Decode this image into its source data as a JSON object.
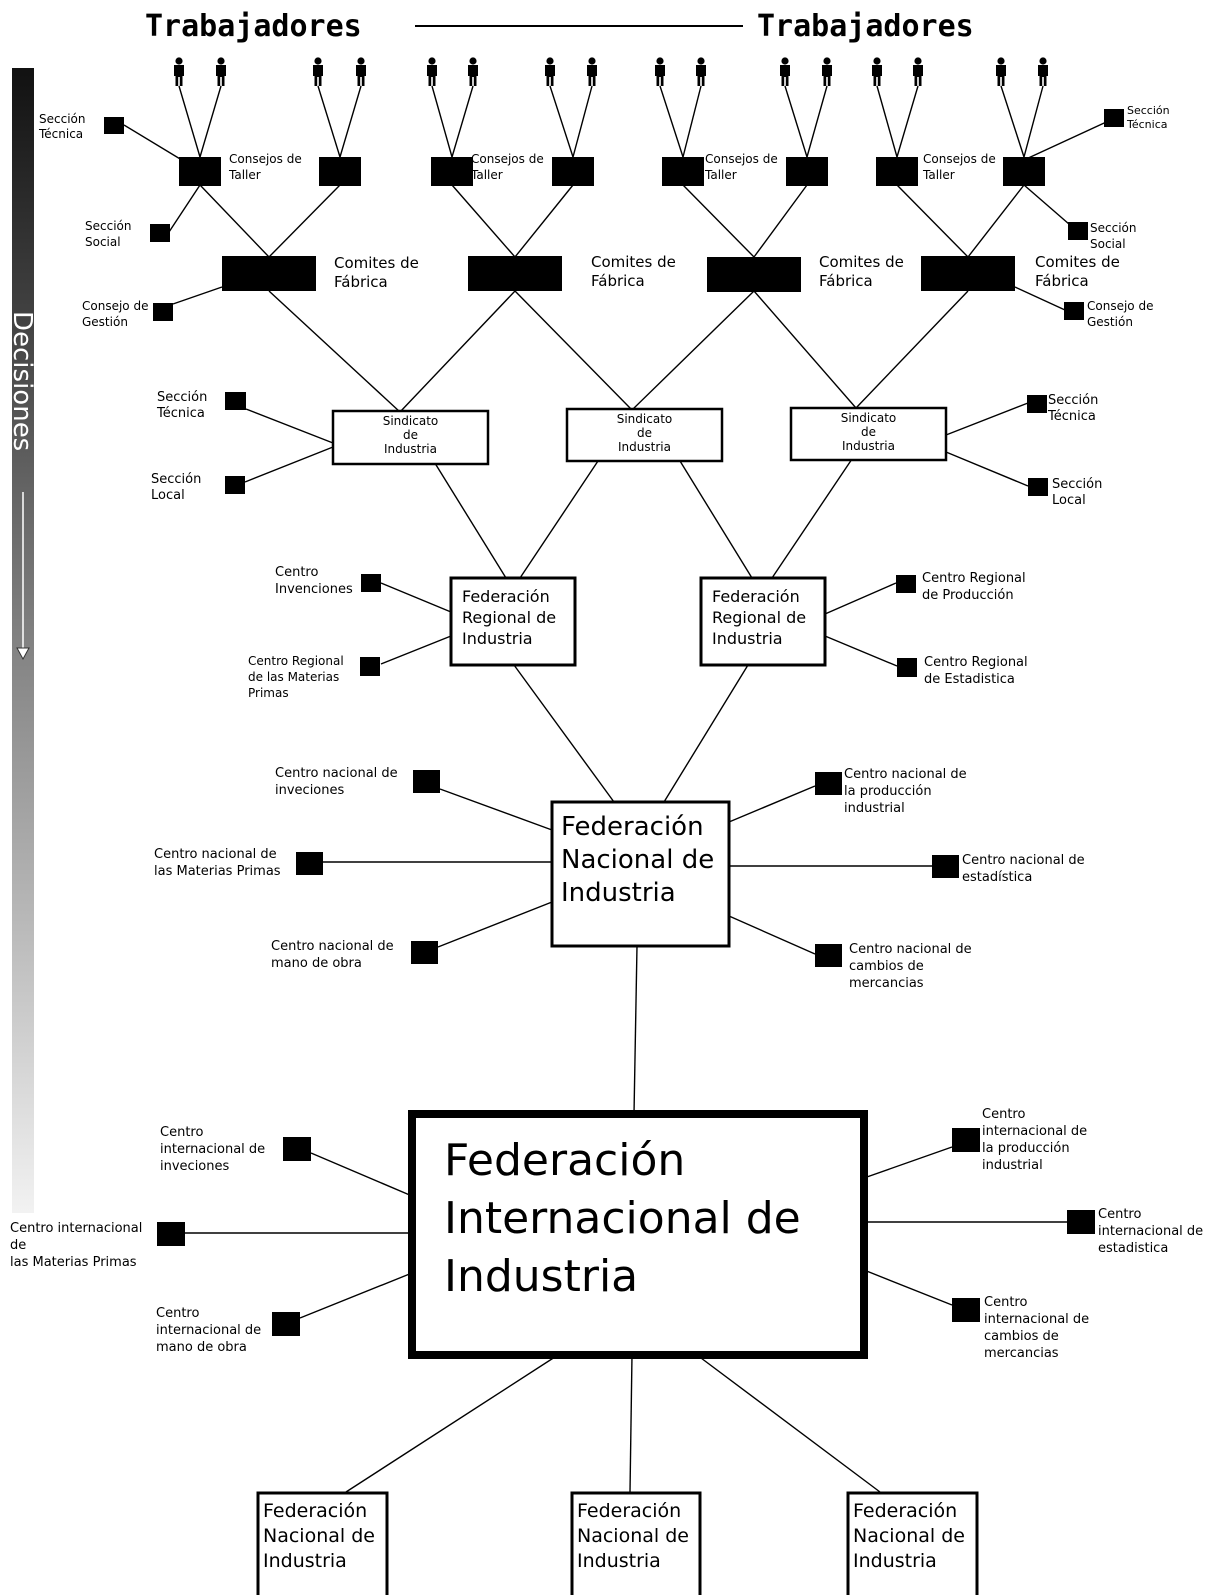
{
  "header": {
    "left": "Trabajadores",
    "right": "Trabajadores"
  },
  "sidebar": {
    "label": "Decisiones"
  },
  "workshop": {
    "consejos_label": [
      "Consejos de",
      "Taller"
    ]
  },
  "factory": {
    "comites_label": [
      "Comites de",
      "Fábrica"
    ]
  },
  "sections": {
    "tecnica": [
      "Sección",
      "Técnica"
    ],
    "social": [
      "Sección",
      "Social"
    ],
    "gestion": [
      "Consejo de",
      "Gestión"
    ],
    "local": [
      "Sección",
      "Local"
    ]
  },
  "sindicato": {
    "label": [
      "Sindicato",
      "de",
      "Industria"
    ]
  },
  "regional": {
    "box_label": [
      "Federación",
      "Regional de",
      "Industria"
    ],
    "invenciones": [
      "Centro",
      "Invenciones"
    ],
    "materias": [
      "Centro Regional",
      "de las Materias",
      "Primas"
    ],
    "produccion": [
      "Centro Regional",
      "de Producción"
    ],
    "estadistica": [
      "Centro Regional",
      "de Estadistica"
    ]
  },
  "national": {
    "box_label": [
      "Federación",
      "Nacional de",
      "Industria"
    ],
    "inveciones": [
      "Centro nacional de",
      "inveciones"
    ],
    "materias": [
      "Centro nacional de",
      "las Materias Primas"
    ],
    "mano_obra": [
      "Centro nacional de",
      "mano de obra"
    ],
    "produccion": [
      "Centro nacional de",
      "la producción",
      "industrial"
    ],
    "estadistica": [
      "Centro nacional de",
      "estadística"
    ],
    "cambios": [
      "Centro nacional de",
      "cambios de",
      "mercancias"
    ]
  },
  "international": {
    "box_label": [
      "Federación",
      "Internacional de",
      "Industria"
    ],
    "inveciones": [
      "Centro",
      "internacional de",
      "inveciones"
    ],
    "materias": [
      "Centro internacional",
      "de",
      "las Materias Primas"
    ],
    "mano_obra": [
      "Centro",
      "internacional de",
      "mano de obra"
    ],
    "produccion": [
      "Centro",
      "internacional de",
      "la producción",
      "industrial"
    ],
    "estadistica": [
      "Centro",
      "internacional de",
      "estadistica"
    ],
    "cambios": [
      "Centro",
      "internacional de",
      "cambios de",
      "mercancias"
    ]
  },
  "bottom_federations": {
    "label": [
      "Federación",
      "Nacional de",
      "Industria"
    ]
  },
  "colors": {
    "ink": "#000000",
    "gradient_top": "#111111",
    "gradient_bottom": "#f2f2f2"
  }
}
